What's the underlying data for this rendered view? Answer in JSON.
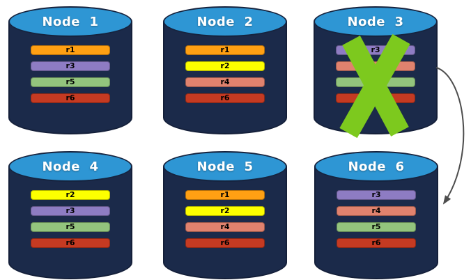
{
  "theme": {
    "cylinder_body": "#1B2A4A",
    "cylinder_top": "#2E96D4",
    "failure_x": "#7DC91E",
    "arrow": "#4D4D4D"
  },
  "nodes": [
    {
      "title": "Node  1",
      "bars": [
        {
          "label": "r1",
          "color": "#FFA013"
        },
        {
          "label": "r3",
          "color": "#8E7CC3"
        },
        {
          "label": "r5",
          "color": "#93C47D"
        },
        {
          "label": "r6",
          "color": "#C53A22"
        }
      ]
    },
    {
      "title": "Node  2",
      "bars": [
        {
          "label": "r1",
          "color": "#FFA013"
        },
        {
          "label": "r2",
          "color": "#FDFF00"
        },
        {
          "label": "r4",
          "color": "#E0826E"
        },
        {
          "label": "r6",
          "color": "#C53A22"
        }
      ]
    },
    {
      "title": "Node  3",
      "bars": [
        {
          "label": "r3",
          "color": "#8E7CC3"
        },
        {
          "label": "r4",
          "color": "#E0826E"
        },
        {
          "label": "r5",
          "color": "#93C47D"
        },
        {
          "label": "r6",
          "color": "#C53A22"
        }
      ]
    },
    {
      "title": "Node  4",
      "bars": [
        {
          "label": "r2",
          "color": "#FDFF00"
        },
        {
          "label": "r3",
          "color": "#8E7CC3"
        },
        {
          "label": "r5",
          "color": "#93C47D"
        },
        {
          "label": "r6",
          "color": "#C53A22"
        }
      ]
    },
    {
      "title": "Node  5",
      "bars": [
        {
          "label": "r1",
          "color": "#FFA013"
        },
        {
          "label": "r2",
          "color": "#FDFF00"
        },
        {
          "label": "r4",
          "color": "#E0826E"
        },
        {
          "label": "r6",
          "color": "#C53A22"
        }
      ]
    },
    {
      "title": "Node  6",
      "bars": [
        {
          "label": "r3",
          "color": "#8E7CC3"
        },
        {
          "label": "r4",
          "color": "#E0826E"
        },
        {
          "label": "r5",
          "color": "#93C47D"
        },
        {
          "label": "r6",
          "color": "#C53A22"
        }
      ]
    }
  ]
}
